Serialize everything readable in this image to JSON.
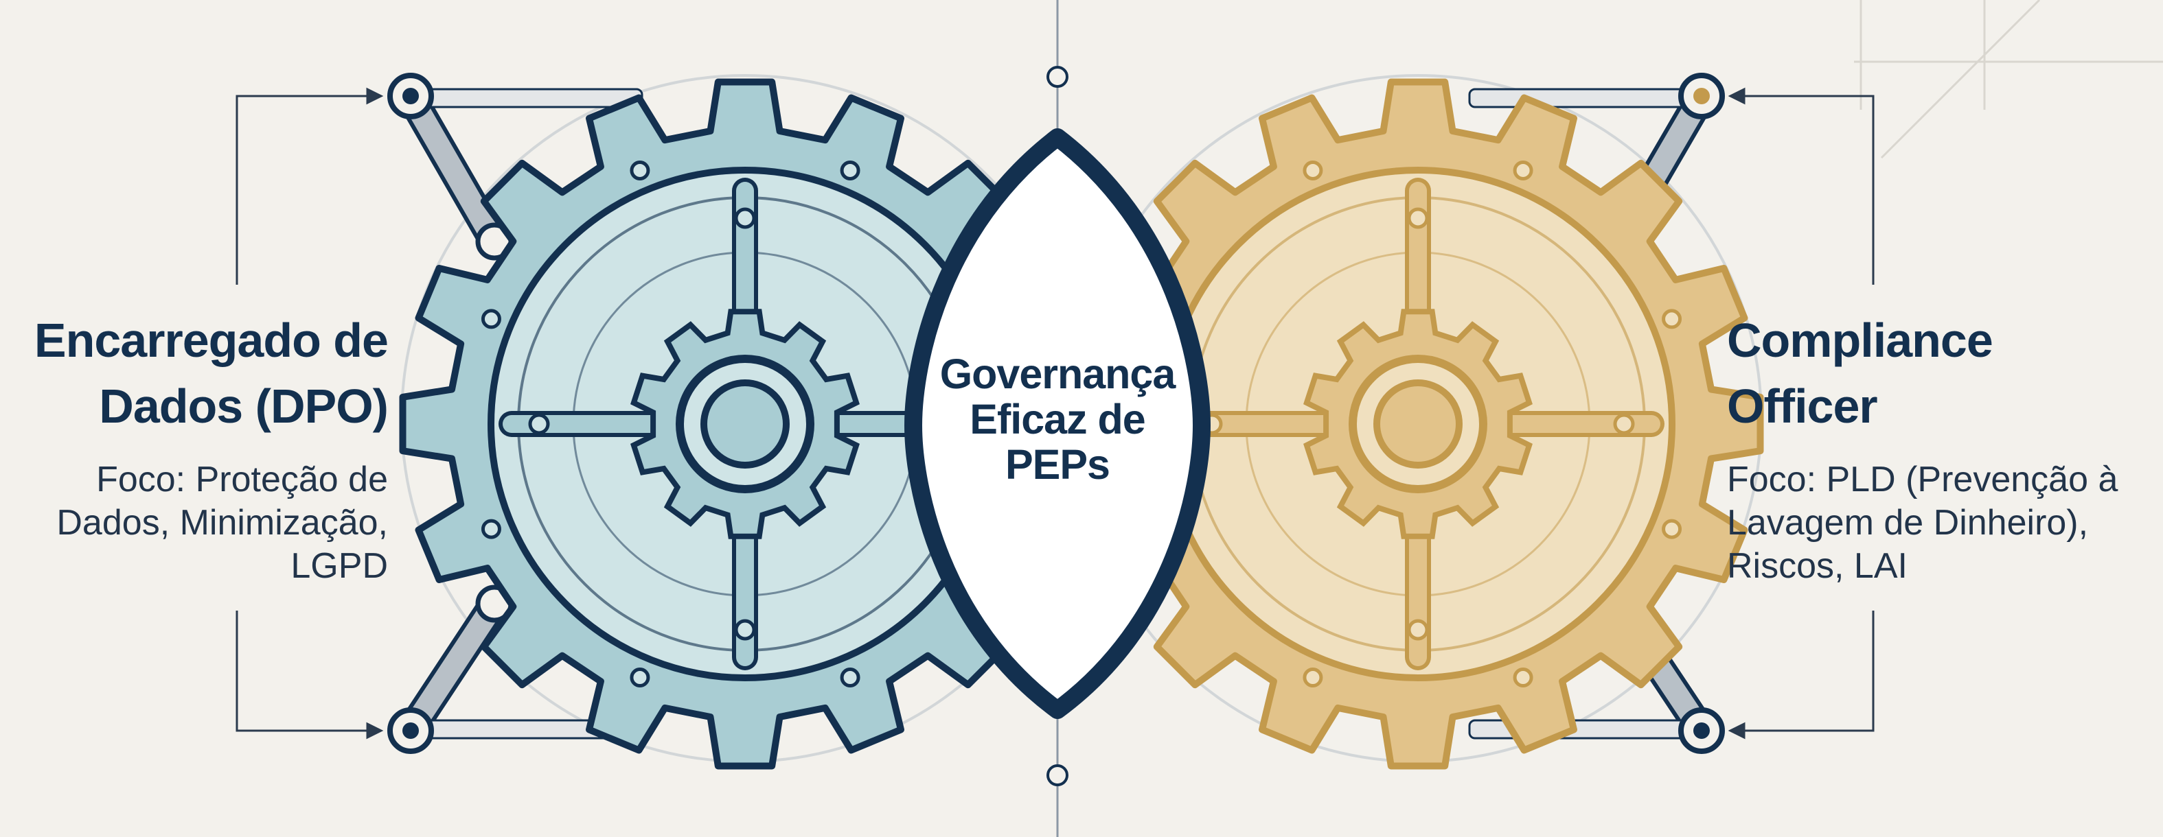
{
  "palette": {
    "background": "#f3f1ec",
    "navy": "#13304f",
    "teal_gear": "#a9cdd3",
    "teal_gear_inner": "#cfe4e6",
    "gold_gear": "#e2c38a",
    "gold_gear_inner": "#f0e0bf",
    "gold_outline": "#c39a4c",
    "link_grey": "#b8c0c7"
  },
  "left_role": {
    "title": "Encarregado de\nDados (DPO)",
    "description": "Foco: Proteção de\nDados, Minimização,\nLGPD",
    "gear_icon": "gear-icon"
  },
  "right_role": {
    "title": "Compliance\nOfficer",
    "description": "Foco: PLD (Prevenção à\nLavagem de Dinheiro),\nRiscos, LAI",
    "gear_icon": "gear-icon"
  },
  "center": {
    "label": "Governança\nEficaz de\nPEPs"
  }
}
